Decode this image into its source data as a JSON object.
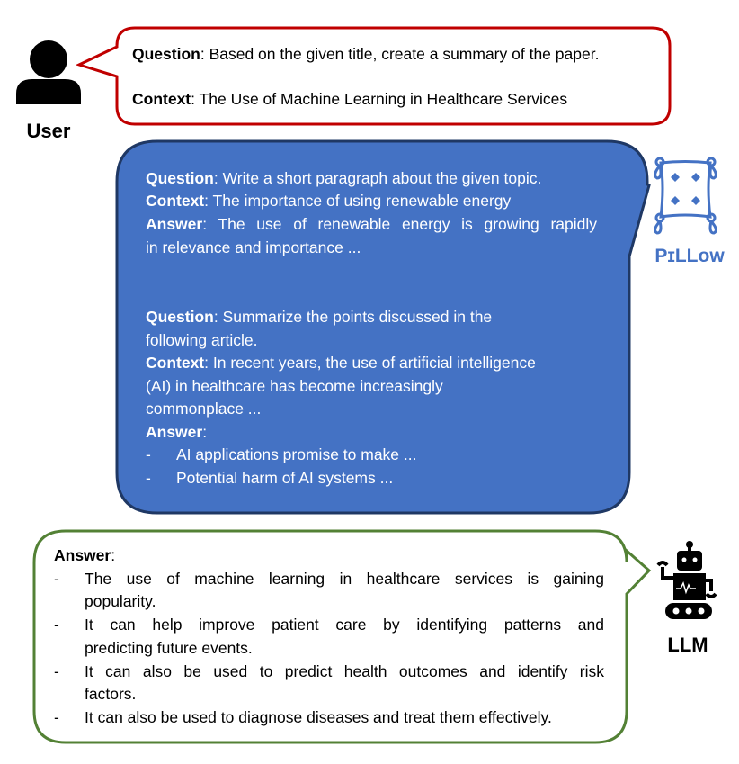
{
  "user": {
    "label": "User",
    "question_label": "Question",
    "question": ": Based on the given title, create a summary of the paper.",
    "context_label": "Context",
    "context": ": The Use of Machine Learning in Healthcare Services"
  },
  "pillow": {
    "label": "PɪLLᴏᴡ",
    "ex1": {
      "question_label": "Question",
      "question": ": Write a short paragraph about the given topic.",
      "context_label": "Context",
      "context": ": The importance of using renewable energy",
      "answer_label": "Answer",
      "answer_lines": [
        ": The use of renewable energy is growing rapidly",
        "in relevance and importance ..."
      ]
    },
    "ex2": {
      "question_label": "Question",
      "question_lines": [
        ": Summarize the points discussed in the",
        "following article."
      ],
      "context_label": "Context",
      "context_lines": [
        ": In recent years, the use of artificial intelligence",
        "(AI) in healthcare has become increasingly",
        "commonplace ..."
      ],
      "answer_label": "Answer",
      "answer_suffix": ":",
      "bullets": [
        "AI applications promise to make ...",
        "Potential harm of AI systems ..."
      ]
    }
  },
  "llm": {
    "label": "LLM",
    "answer_label": "Answer",
    "answer_suffix": ":",
    "bullets": [
      [
        "The use of machine learning in healthcare services is gaining",
        "popularity."
      ],
      [
        "It can help improve patient care by identifying patterns and",
        "predicting future events."
      ],
      [
        "It can also be used to predict health outcomes and identify risk",
        "factors."
      ],
      [
        "It can also be used to diagnose diseases and treat them effectively."
      ]
    ]
  },
  "bullet_marker": "-",
  "colors": {
    "user": "#C00000",
    "pillow_fill": "#4472C4",
    "pillow_stroke": "#1F3864",
    "llm": "#538135",
    "pillow_icon": "#4472C4"
  }
}
